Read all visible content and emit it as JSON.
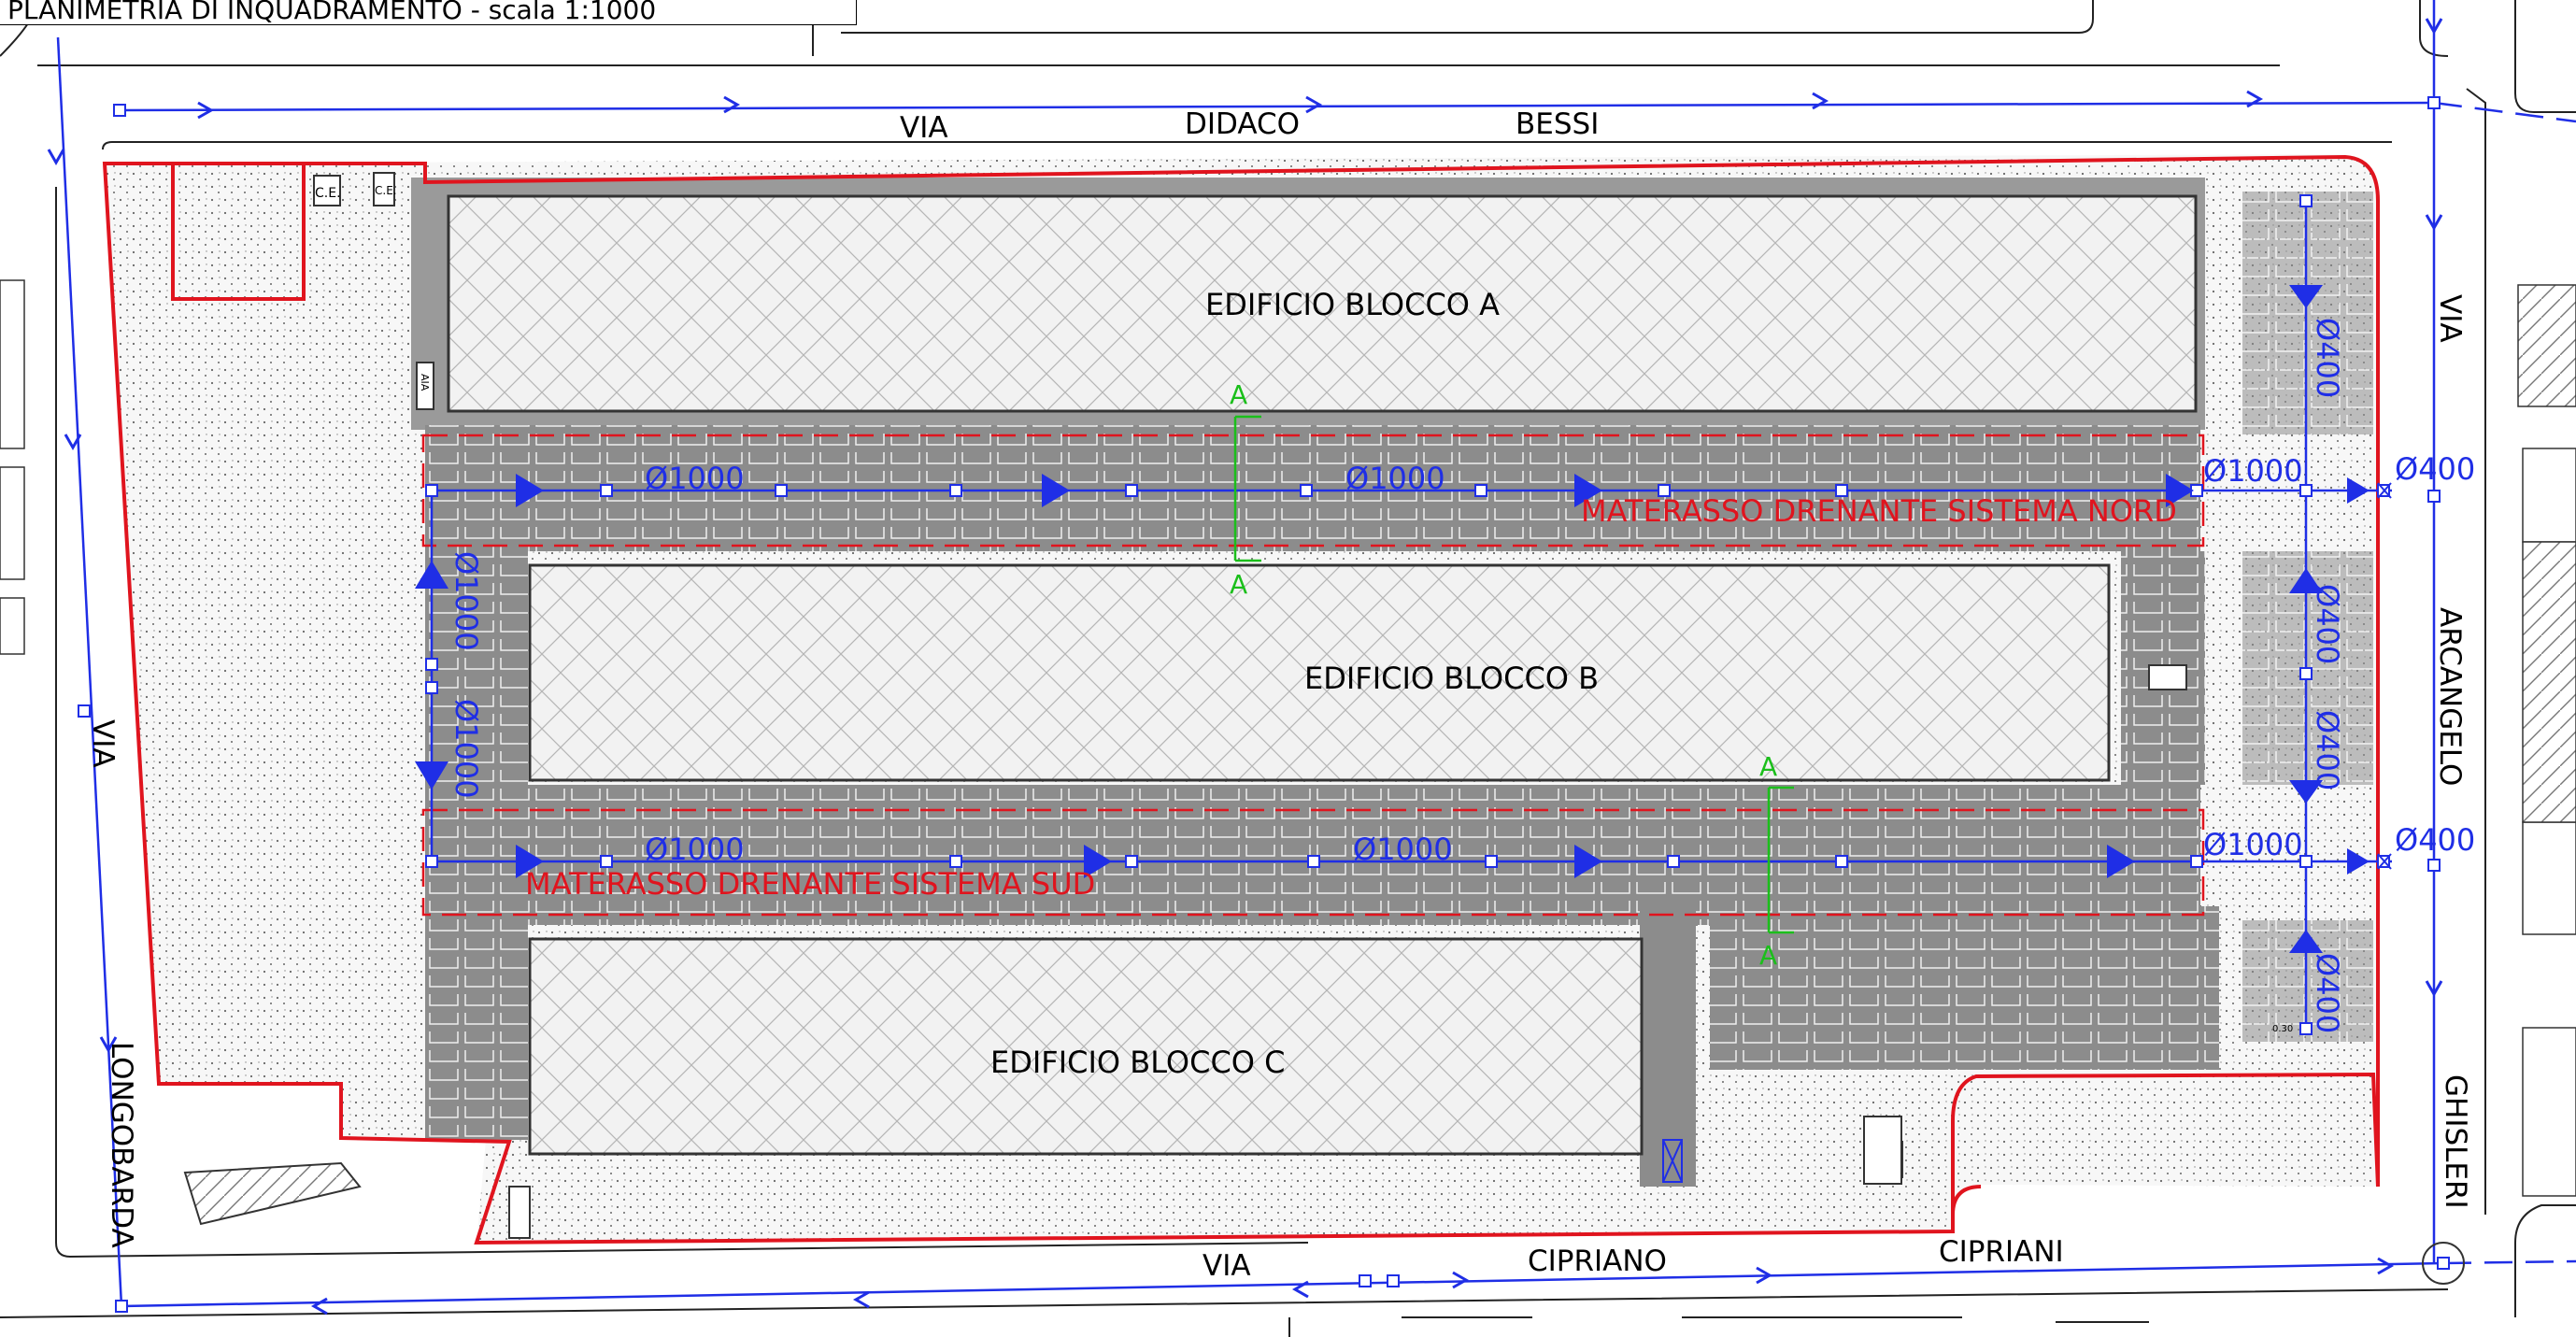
{
  "title": "PLANIMETRIA DI INQUADRAMENTO - scala 1:1000",
  "streets": {
    "north": [
      "VIA",
      "DIDACO",
      "BESSI"
    ],
    "east": [
      "VIA",
      "ARCANGELO",
      "GHISLERI"
    ],
    "south": [
      "VIA",
      "CIPRIANO",
      "CIPRIANI"
    ],
    "west": [
      "VIA",
      "LONGOBARDA"
    ]
  },
  "buildings": {
    "a": "EDIFICIO BLOCCO A",
    "b": "EDIFICIO BLOCCO B",
    "c": "EDIFICIO BLOCCO C"
  },
  "drainage": {
    "north_label": "MATERASSO DRENANTE SISTEMA NORD",
    "south_label": "MATERASSO DRENANTE SISTEMA SUD",
    "pipe_main": "Ø1000",
    "pipe_branch": "Ø400"
  },
  "section_marker": "A",
  "small_labels": {
    "ce1": "C.E.",
    "ce2": "C.E.",
    "aia": "AIA",
    "level": "0.30"
  },
  "colors": {
    "boundary": "#e0141e",
    "pipe": "#1f2ee6",
    "section": "#1bbf1b",
    "paving": "#8c8c8c",
    "building": "#f2f2f2"
  }
}
